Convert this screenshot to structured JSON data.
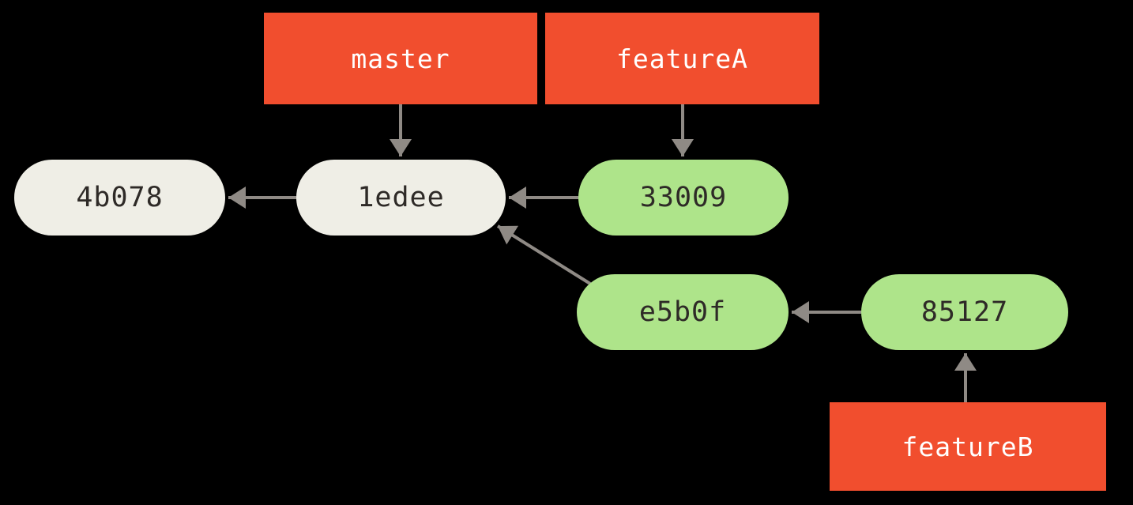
{
  "diagram": {
    "type": "git-commit-graph",
    "background": "#000000",
    "colors": {
      "branch_box": "#f14e2e",
      "branch_label_text": "#ffffff",
      "commit_main": "#efeee6",
      "commit_feature": "#aee48a",
      "commit_text": "#2e2a27",
      "arrow": "#8f8a85"
    },
    "branches": [
      {
        "name": "master",
        "points_to": "1edee"
      },
      {
        "name": "featureA",
        "points_to": "33009"
      },
      {
        "name": "featureB",
        "points_to": "85127"
      }
    ],
    "commits": [
      {
        "id": "4b078",
        "parents": []
      },
      {
        "id": "1edee",
        "parents": [
          "4b078"
        ]
      },
      {
        "id": "33009",
        "parents": [
          "1edee"
        ]
      },
      {
        "id": "e5b0f",
        "parents": [
          "1edee"
        ]
      },
      {
        "id": "85127",
        "parents": [
          "e5b0f"
        ]
      }
    ]
  }
}
